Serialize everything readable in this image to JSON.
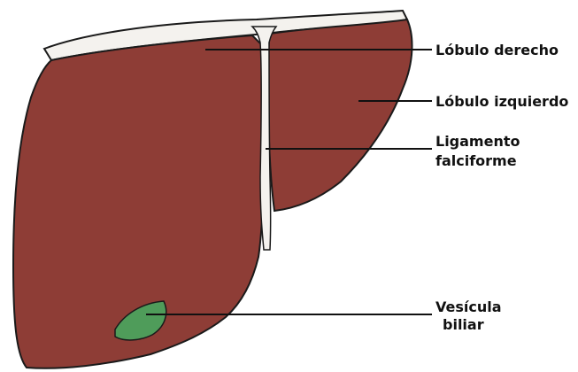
{
  "labels": {
    "right_lobe": "Lóbulo derecho",
    "left_lobe": "Lóbulo izquierdo",
    "ligament_line1": "Ligamento",
    "ligament_line2": "falciforme",
    "gallbladder_line1": "Vesícula",
    "gallbladder_line2": "biliar"
  },
  "colors": {
    "liver": "#8e3d36",
    "liver_outline": "#1a1a1a",
    "ligament": "#f4f2ee",
    "gallbladder": "#4f9c5a",
    "leader_line": "#111111",
    "background": "#ffffff"
  }
}
